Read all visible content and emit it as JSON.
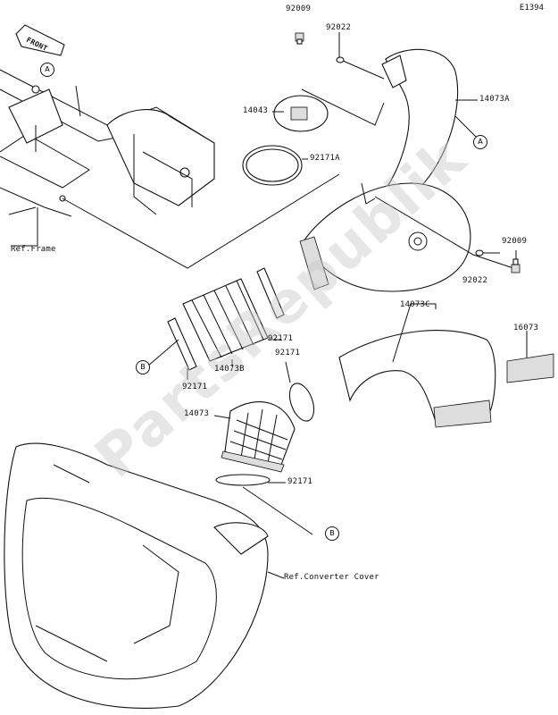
{
  "diagram_id": "E1394",
  "front_label": "FRONT",
  "watermark": "PartsRepublik",
  "callouts": {
    "a_top": "A",
    "a_right": "A",
    "b_left": "B",
    "b_bottom": "B"
  },
  "labels": {
    "p92009_top": "92009",
    "p92022_top": "92022",
    "p14043": "14043",
    "p14073A": "14073A",
    "p92171A": "92171A",
    "ref_frame": "Ref.Frame",
    "p92009_right": "92009",
    "p92022_right": "92022",
    "p14073C": "14073C",
    "p16073": "16073",
    "p92171_mid": "92171",
    "p92171_mid2": "92171",
    "p14073B": "14073B",
    "p92171_left": "92171",
    "p14073": "14073",
    "p92171_low": "92171",
    "ref_converter_cover": "Ref.Converter Cover"
  }
}
